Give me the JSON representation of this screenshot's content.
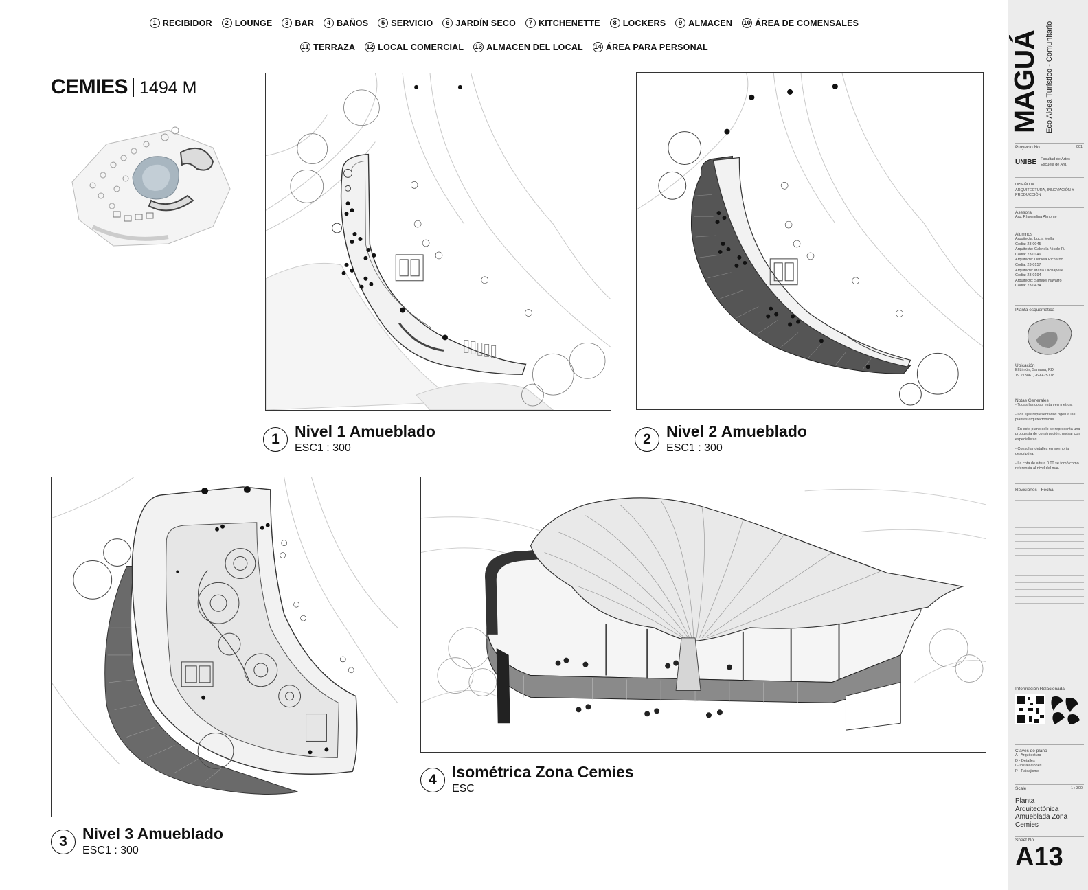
{
  "legend": {
    "row1": [
      {
        "num": "1",
        "label": "RECIBIDOR"
      },
      {
        "num": "2",
        "label": "LOUNGE"
      },
      {
        "num": "3",
        "label": "BAR"
      },
      {
        "num": "4",
        "label": "BAÑOS"
      },
      {
        "num": "5",
        "label": "SERVICIO"
      },
      {
        "num": "6",
        "label": "JARDÍN SECO"
      },
      {
        "num": "7",
        "label": "KITCHENETTE"
      },
      {
        "num": "8",
        "label": "LOCKERS"
      },
      {
        "num": "9",
        "label": "ALMACEN"
      },
      {
        "num": "10",
        "label": "ÁREA DE COMENSALES"
      }
    ],
    "row2": [
      {
        "num": "11",
        "label": "TERRAZA"
      },
      {
        "num": "12",
        "label": "LOCAL COMERCIAL"
      },
      {
        "num": "13",
        "label": "ALMACEN DEL LOCAL"
      },
      {
        "num": "14",
        "label": "ÁREA PARA PERSONAL"
      }
    ]
  },
  "site": {
    "name": "CEMIES",
    "area": "1494 M"
  },
  "drawings": [
    {
      "num": "1",
      "title": "Nivel 1 Amueblado",
      "scale": "ESC1 : 300"
    },
    {
      "num": "2",
      "title": "Nivel 2 Amueblado",
      "scale": "ESC1 : 300"
    },
    {
      "num": "3",
      "title": "Nivel 3 Amueblado",
      "scale": "ESC1 : 300"
    },
    {
      "num": "4",
      "title": "Isométrica Zona Cemies",
      "scale": "ESC"
    }
  ],
  "titleblock": {
    "brand": "MAGUÁ",
    "brand_sub": "Eco Aldea Turístico - Comunitario",
    "project_label": "Proyecto No.",
    "project_no": "001",
    "school_logo": "UNIBE",
    "school_lines": [
      "Facultad de Artes",
      "Escuela de Arq."
    ],
    "course_lines": [
      "DISEÑO IX",
      "ARQUITECTURA, INNOVACIÓN Y",
      "PRODUCCIÓN"
    ],
    "advisor_label": "Asesora",
    "advisor": "Arq. Rhaynelina Almonte",
    "students_label": "Alumnos",
    "students": [
      "Arquitecta: Lucía Mella",
      "Codia: 23-0045",
      "Arquitecta: Gabriela Nicole R.",
      "Codia: 23-0149",
      "Arquitecta: Daniela Pichardo",
      "Codia: 23-0157",
      "Arquitecta: María Lachapelle",
      "Codia: 23-0194",
      "Arquitecto: Samuel Navarro",
      "Codia: 23-0434"
    ],
    "keyplan_label": "Planta esquemática",
    "location_label": "Ubicación",
    "location_lines": [
      "El Limón, Samaná, RD",
      "19.273861, -69.425778"
    ],
    "notes_label": "Notas Generales",
    "notes": [
      "- Todas las cotas estan en metros.",
      "- Los ejes representados rigen a las plantas arquitectónicas.",
      "- En este plano solo se representa una propuesta de construcción, revisar con especialistas.",
      "- Consultar detalles en memoria descriptiva.",
      "- La cota de altura 0.00 se tomó como referencia al nivel del mar."
    ],
    "revisions_label": "Revisiones - Fecha",
    "related_label": "Información Relacionada",
    "keys_label": "Claves de plano",
    "keys": [
      "A - Arquitectura",
      "D - Detalles",
      "I - Instalaciones",
      "P - Paisajismo"
    ],
    "scale_label": "Scale",
    "scale_value": "1 : 300",
    "description": [
      "Planta",
      "Arquitectónica",
      "Amueblada Zona",
      "Cemies"
    ],
    "sheet_label": "Sheet No.",
    "sheet_no": "A13"
  }
}
